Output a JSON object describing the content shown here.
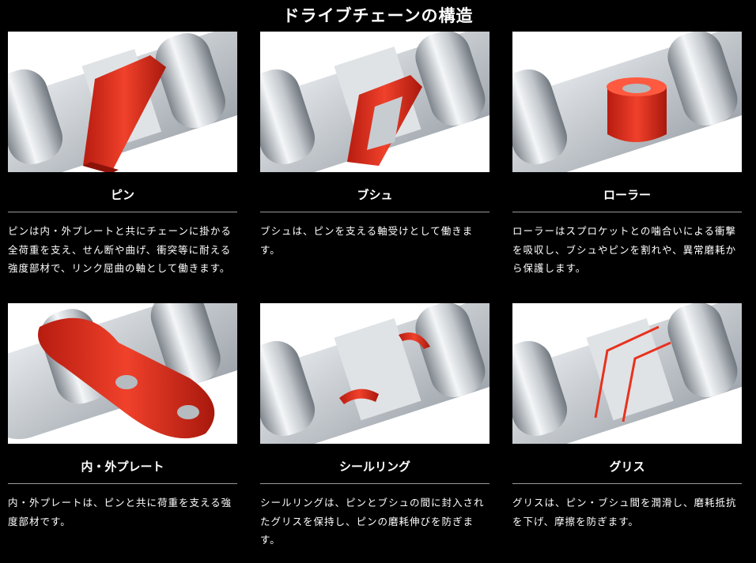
{
  "page": {
    "title": "ドライブチェーンの構造"
  },
  "colors": {
    "background": "#000000",
    "highlight": "#e8321e",
    "steel_light": "#f2f4f6",
    "steel_dark": "#8c939b"
  },
  "cards": [
    {
      "name": "ピン",
      "desc": "ピンは内・外プレートと共にチェーンに掛かる全荷重を支え、せん断や曲げ、衝突等に耐える強度部材で、リンク屈曲の軸として働きます。"
    },
    {
      "name": "ブシュ",
      "desc": "ブシュは、ピンを支える軸受けとして働きます。"
    },
    {
      "name": "ローラー",
      "desc": "ローラーはスプロケットとの噛合いによる衝撃を吸収し、ブシュやピンを割れや、異常磨耗から保護します。"
    },
    {
      "name": "内・外プレート",
      "desc": "内・外プレートは、ピンと共に荷重を支える強度部材です。"
    },
    {
      "name": "シールリング",
      "desc": "シールリングは、ピンとブシュの間に封入されたグリスを保持し、ピンの磨耗伸びを防ぎます。"
    },
    {
      "name": "グリス",
      "desc": "グリスは、ピン・ブシュ間を潤滑し、磨耗抵抗を下げ、摩擦を防ぎます。"
    }
  ]
}
